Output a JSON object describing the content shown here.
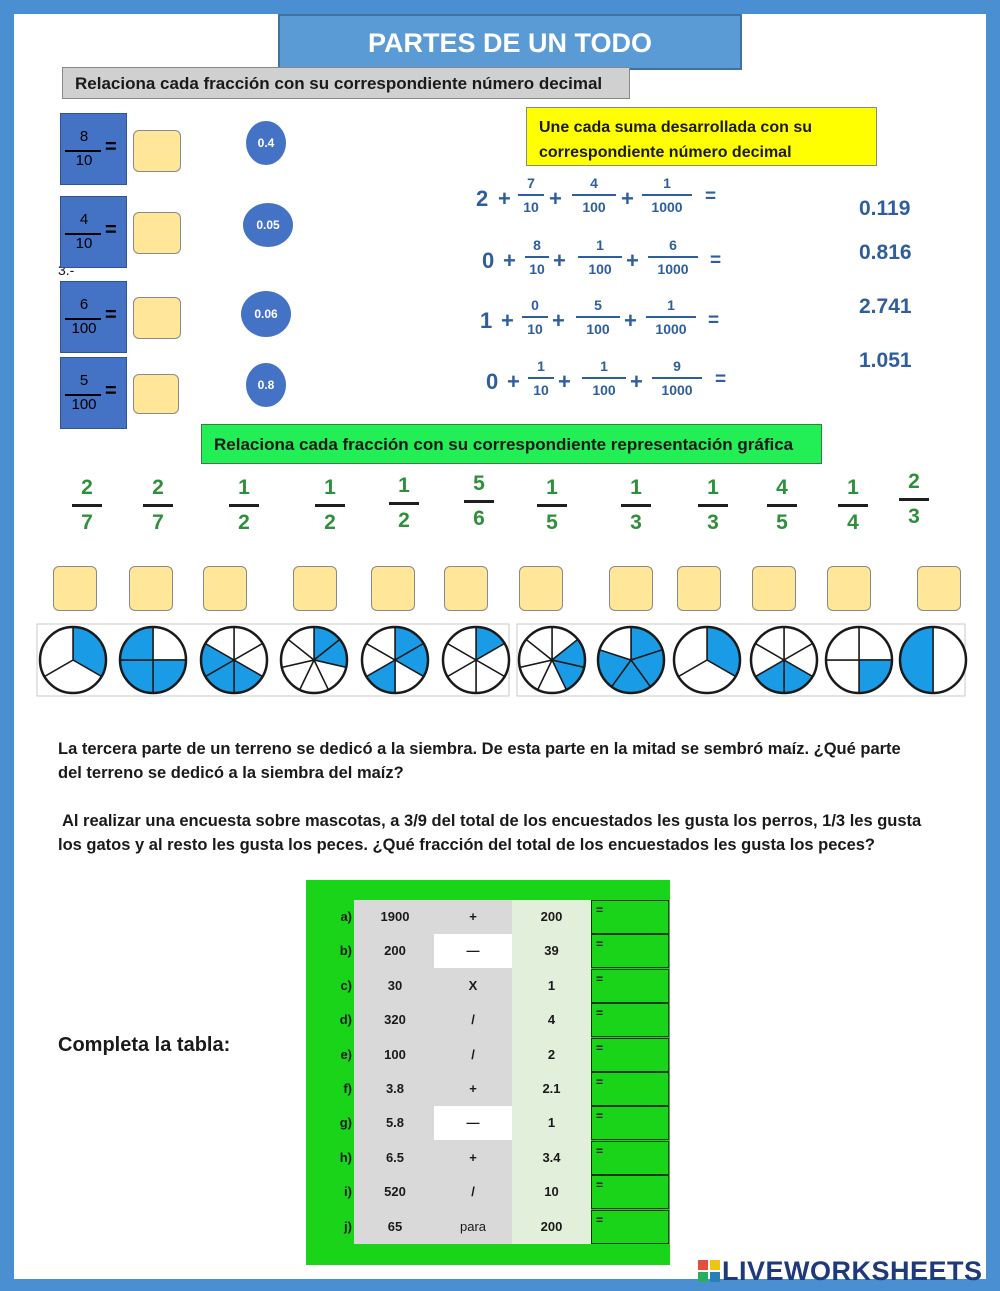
{
  "title": "PARTES DE UN TODO",
  "section1": {
    "instruction": "Relaciona cada fracción con su correspondiente número decimal",
    "stray_label": "3.-",
    "fractions": [
      {
        "num": "8",
        "den": "10"
      },
      {
        "num": "4",
        "den": "10"
      },
      {
        "num": "6",
        "den": "100"
      },
      {
        "num": "5",
        "den": "100"
      }
    ],
    "equals": "=",
    "decimals": [
      "0.4",
      "0.05",
      "0.06",
      "0.8"
    ]
  },
  "section2": {
    "instruction_line1": "Une cada suma desarrollada con su",
    "instruction_line2": "correspondiente número decimal",
    "sums": [
      {
        "whole": "2",
        "a": [
          "7",
          "10"
        ],
        "b": [
          "4",
          "100"
        ],
        "c": [
          "1",
          "1000"
        ]
      },
      {
        "whole": "0",
        "a": [
          "8",
          "10"
        ],
        "b": [
          "1",
          "100"
        ],
        "c": [
          "6",
          "1000"
        ]
      },
      {
        "whole": "1",
        "a": [
          "0",
          "10"
        ],
        "b": [
          "5",
          "100"
        ],
        "c": [
          "1",
          "1000"
        ]
      },
      {
        "whole": "0",
        "a": [
          "1",
          "10"
        ],
        "b": [
          "1",
          "100"
        ],
        "c": [
          "9",
          "1000"
        ]
      }
    ],
    "plus": "+",
    "equals": "=",
    "decimals": [
      "0.119",
      "0.816",
      "2.741",
      "1.051"
    ]
  },
  "section3": {
    "instruction": "Relaciona cada fracción con su correspondiente representación gráfica",
    "fractions": [
      {
        "num": "2",
        "den": "7"
      },
      {
        "num": "2",
        "den": "7"
      },
      {
        "num": "1",
        "den": "2"
      },
      {
        "num": "1",
        "den": "2"
      },
      {
        "num": "1",
        "den": "2"
      },
      {
        "num": "5",
        "den": "6"
      },
      {
        "num": "1",
        "den": "5"
      },
      {
        "num": "1",
        "den": "3"
      },
      {
        "num": "1",
        "den": "3"
      },
      {
        "num": "4",
        "den": "5"
      },
      {
        "num": "1",
        "den": "4"
      },
      {
        "num": "2",
        "den": "3"
      }
    ],
    "pies": [
      {
        "parts": 3,
        "shaded": [
          0
        ]
      },
      {
        "parts": 4,
        "shaded": [
          1,
          2,
          3
        ]
      },
      {
        "parts": 6,
        "shaded": [
          2,
          3,
          4
        ]
      },
      {
        "parts": 7,
        "shaded": [
          0,
          1
        ]
      },
      {
        "parts": 6,
        "shaded": [
          0,
          1,
          3
        ]
      },
      {
        "parts": 6,
        "shaded": [
          0
        ]
      },
      {
        "parts": 7,
        "shaded": [
          1,
          2
        ]
      },
      {
        "parts": 5,
        "shaded": [
          0,
          1,
          2,
          3
        ]
      },
      {
        "parts": 3,
        "shaded": [
          0
        ]
      },
      {
        "parts": 6,
        "shaded": [
          2,
          3
        ]
      },
      {
        "parts": 4,
        "shaded": [
          1
        ]
      },
      {
        "parts": 2,
        "shaded": [
          1
        ]
      }
    ],
    "shade_color": "#1a9be6"
  },
  "problems": {
    "p1_line1": "La tercera parte de un terreno se dedicó a la siembra. De esta parte en la mitad se sembró maíz. ¿Qué parte",
    "p1_line2": "del terreno se dedicó a la siembra del maíz?",
    "p2_line1": " Al realizar una encuesta sobre mascotas, a 3/9 del total de los encuestados les gusta los perros, 1/3 les gusta",
    "p2_line2": "los gatos y al resto les gusta los peces. ¿Qué fracción del total de los encuestados les gusta los peces?"
  },
  "table": {
    "instruction": "Completa la tabla:",
    "rows": [
      {
        "label": "a)",
        "a": "1900",
        "op": "+",
        "b": "200",
        "eq": "="
      },
      {
        "label": "b)",
        "a": "200",
        "op": "—",
        "b": "39",
        "eq": "="
      },
      {
        "label": "c)",
        "a": "30",
        "op": "X",
        "b": "1",
        "eq": "="
      },
      {
        "label": "d)",
        "a": "320",
        "op": "/",
        "b": "4",
        "eq": "="
      },
      {
        "label": "e)",
        "a": "100",
        "op": "/",
        "b": "2",
        "eq": "="
      },
      {
        "label": "f)",
        "a": "3.8",
        "op": "+",
        "b": "2.1",
        "eq": "="
      },
      {
        "label": "g)",
        "a": "5.8",
        "op": "—",
        "b": "1",
        "eq": "="
      },
      {
        "label": "h)",
        "a": "6.5",
        "op": "+",
        "b": "3.4",
        "eq": "="
      },
      {
        "label": "i)",
        "a": "520",
        "op": "/",
        "b": "10",
        "eq": "="
      },
      {
        "label": "j)",
        "a": "65",
        "op": "para",
        "b": "200",
        "eq": "="
      }
    ]
  },
  "footer": {
    "logo_text": "LIVEWORKSHEETS"
  }
}
